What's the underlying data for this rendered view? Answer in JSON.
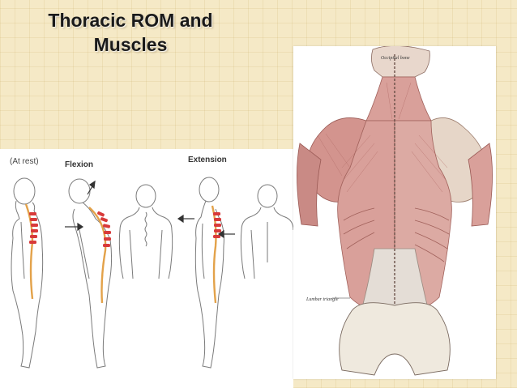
{
  "slide": {
    "title_line1": "Thoracic ROM and",
    "title_line2": "Muscles"
  },
  "posture_figure": {
    "labels": {
      "at_rest": "(At rest)",
      "flexion": "Flexion",
      "extension": "Extension"
    },
    "colors": {
      "spine_curve": "#e3a24a",
      "vertebrae": "#d83a3a",
      "outline": "#777777",
      "arrow": "#333333"
    }
  },
  "anatomy_figure": {
    "labels": {
      "occipital": "Occipital bone",
      "lumbar_triangle": "Lumbar triangle"
    },
    "colors": {
      "muscle": "#d9a09a",
      "muscle_dark": "#b5706b",
      "bone": "#efe9de",
      "fascia": "#d8d2cc"
    }
  }
}
